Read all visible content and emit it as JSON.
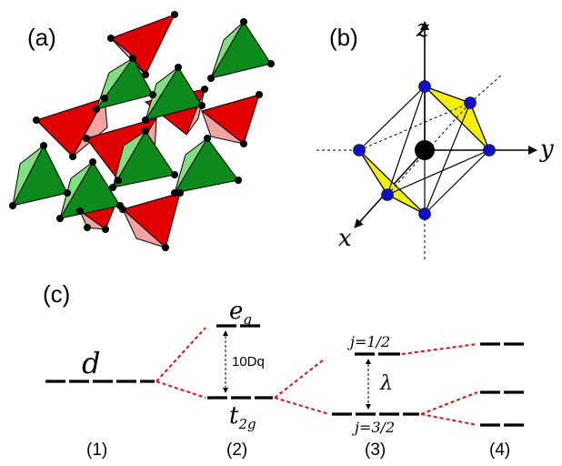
{
  "panels": {
    "a": {
      "label": "(a)"
    },
    "b": {
      "label": "(b)",
      "axes": {
        "x": "x",
        "y": "y",
        "z": "z"
      }
    },
    "c": {
      "label": "(c)",
      "d_label": "d",
      "eg_main": "e",
      "eg_sub": "g",
      "t2g_main": "t",
      "t2g_sub": "2g",
      "tenDq": "10Dq",
      "j_half": "j=1/2",
      "j_three_half": "j=3/2",
      "lambda": "λ",
      "columns": [
        "(1)",
        "(2)",
        "(3)",
        "(4)"
      ]
    }
  },
  "colors": {
    "red": "#e00000",
    "pink": "#f4a3a3",
    "green_dark": "#0c8a1c",
    "green_light": "#7fe07f",
    "yellow": "#f5f000",
    "blue": "#1010c8",
    "connector": "#e01010"
  }
}
